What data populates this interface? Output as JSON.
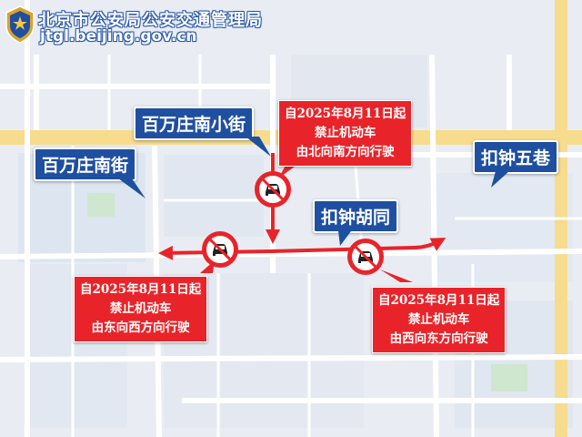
{
  "header": {
    "org_name": "北京市公安局公安交通管理局",
    "url": "jtgl.beijing.gov.cn"
  },
  "streets": {
    "baiwanzhuang_nan_xiaojie": "百万庄南小街",
    "baiwanzhuang_nanjie": "百万庄南街",
    "koozhong_hutong": "扣钟胡同",
    "koozhong_wuxiang": "扣钟五巷"
  },
  "notices": [
    {
      "id": "north-south",
      "date": "自2025年8月11日起",
      "rule": "禁止机动车",
      "direction": "由北向南方向行驶"
    },
    {
      "id": "east-west",
      "date": "自2025年8月11日起",
      "rule": "禁止机动车",
      "direction": "由东向西方向行驶"
    },
    {
      "id": "west-east",
      "date": "自2025年8月11日起",
      "rule": "禁止机动车",
      "direction": "由西向东方向行驶"
    }
  ],
  "icons": [
    "police-badge-icon",
    "no-motor-vehicle-sign-icon",
    "direction-arrow-icon"
  ],
  "colors": {
    "brand_blue": "#1f4fa0",
    "notice_red": "#e8242a",
    "arrow_red": "#e8242a",
    "road_yellow": "#f6dc8c",
    "map_bg": "#e9edf3"
  }
}
